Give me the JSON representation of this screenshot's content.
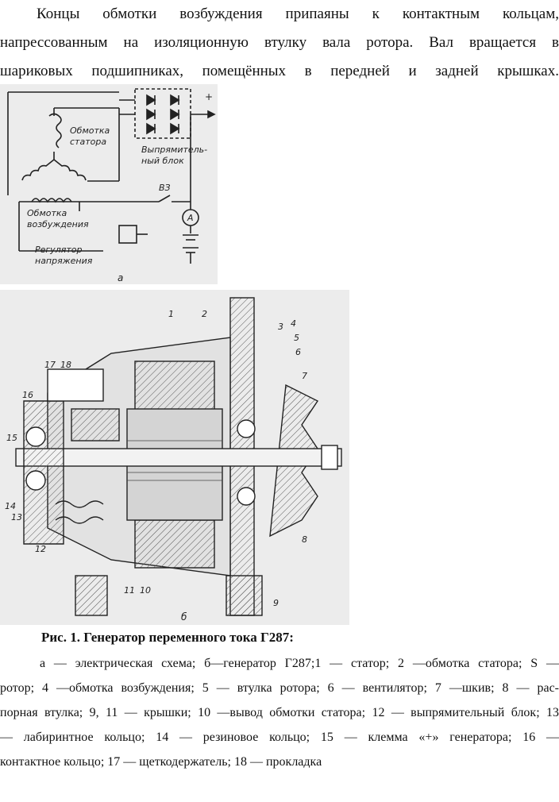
{
  "paragraph": {
    "lines": [
      "Концы обмотки возбуждения припаяны к контактным кольцам,",
      "напрессованным на изоляционную втулку вала ротора. Вал вращается в",
      "шариковых подшипниках, помещённых в передней и задней крышках."
    ]
  },
  "figure_a": {
    "stator_label_1": "Обмотка",
    "stator_label_2": "статора",
    "rectifier_label_1": "Выпрямитель-",
    "rectifier_label_2": "ный блок",
    "field_label_1": "Обмотка",
    "field_label_2": "возбуждения",
    "regulator_label_1": "Регулятор",
    "regulator_label_2": "напряжения",
    "switch_label": "ВЗ",
    "ammeter_label": "A",
    "plus_sign": "+",
    "panel_letter": "а"
  },
  "figure_b": {
    "callouts": [
      "1",
      "2",
      "3",
      "4",
      "5",
      "6",
      "7",
      "8",
      "9",
      "10",
      "11",
      "12",
      "13",
      "14",
      "15",
      "16",
      "17",
      "18"
    ],
    "panel_letter": "б"
  },
  "caption": {
    "title": "Рис. 1. Генератор переменного тока Г287:",
    "lines": [
      "а — электрическая схема; б—генератор Г287;1 — статор; 2 —обмотка статора; S —",
      "ротор; 4 —обмотка возбуждения; 5 — втулка ротора; 6 — вентилятор; 7 —шкив; 8 — рас-",
      "порная втулка; 9, 11 — крышки; 10 —вывод обмотки статора; 12 — выпрямительный блок; 13",
      "— лабиринтное кольцо; 14 — резиновое кольцо; 15 — клемма «+» генератора; 16 —",
      "контактное кольцо; 17 — щеткодержатель; 18 — прокладка"
    ]
  }
}
